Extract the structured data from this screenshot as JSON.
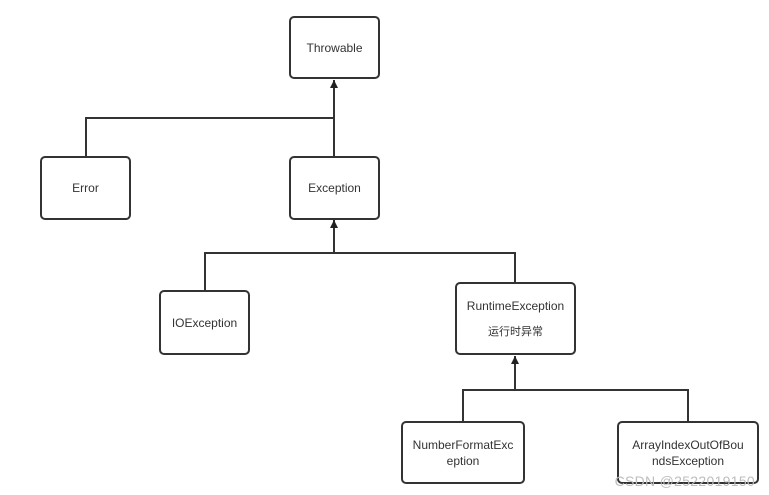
{
  "nodes": {
    "throwable": {
      "label": "Throwable"
    },
    "error": {
      "label": "Error"
    },
    "exception": {
      "label": "Exception"
    },
    "ioexception": {
      "label": "IOException"
    },
    "runtime": {
      "label": "RuntimeException",
      "sublabel": "运行时异常"
    },
    "numberformat": {
      "label_line1": "NumberFormatExc",
      "label_line2": "eption"
    },
    "arrayindex": {
      "label_line1": "ArrayIndexOutOfBou",
      "label_line2": "ndsException"
    }
  },
  "watermark": "CSDN @2522019150"
}
